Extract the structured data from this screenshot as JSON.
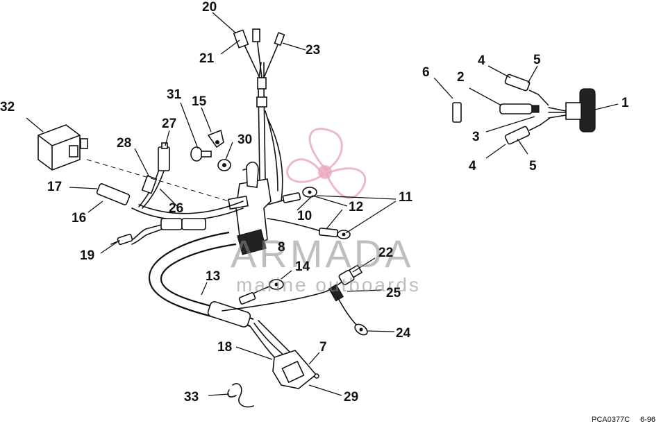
{
  "callouts": {
    "n1": "1",
    "n2": "2",
    "n3": "3",
    "n4a": "4",
    "n4b": "4",
    "n5a": "5",
    "n5b": "5",
    "n6": "6",
    "n7": "7",
    "n8": "8",
    "n10": "10",
    "n11": "11",
    "n12": "12",
    "n13": "13",
    "n14": "14",
    "n15": "15",
    "n16": "16",
    "n17": "17",
    "n18": "18",
    "n19": "19",
    "n20": "20",
    "n21": "21",
    "n22": "22",
    "n23": "23",
    "n24": "24",
    "n25": "25",
    "n26": "26",
    "n27": "27",
    "n28": "28",
    "n29": "29",
    "n30": "30",
    "n31": "31",
    "n32": "32",
    "n33": "33"
  },
  "watermark": {
    "brand": "ARMADA",
    "tagline": "marine outboards",
    "logo_color": "#e8a6bf"
  },
  "footer": {
    "drawing_code": "PCA0377C",
    "date_code": "6-96"
  }
}
